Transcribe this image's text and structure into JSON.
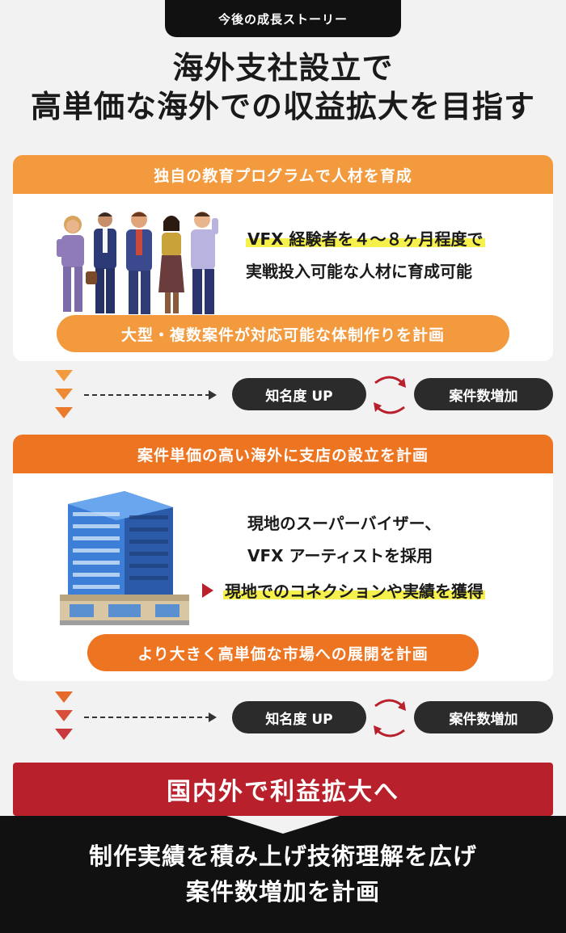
{
  "tag": "今後の成長ストーリー",
  "headline": {
    "line1": "海外支社設立で",
    "line2": "高単価な海外での収益拡大を目指す"
  },
  "section1": {
    "header": "独自の教育プログラムで人材を育成",
    "desc_line1": "VFX 経験者を４〜８ヶ月程度で",
    "desc_line2": "実戦投入可能な人材に育成可能",
    "pill": "大型・複数案件が対応可能な体制作りを計画",
    "image": "business-people-illustration"
  },
  "flow": {
    "awareness": "知名度 UP",
    "cases": "案件数増加"
  },
  "section2": {
    "header": "案件単価の高い海外に支店の設立を計画",
    "desc_line1": "現地のスーパーバイザー、",
    "desc_line2": "VFX アーティストを採用",
    "desc_line3": "現地でのコネクションや実績を獲得",
    "pill": "より大きく高単価な市場への展開を計画",
    "image": "office-building-illustration"
  },
  "banner": "国内外で利益拡大へ",
  "footer": {
    "line1": "制作実績を積み上げ技術理解を広げ",
    "line2": "案件数増加を計画"
  },
  "colors": {
    "orange_light": "#f29a3d",
    "orange": "#ed7420",
    "red": "#b8202b",
    "dark": "#111111",
    "highlight": "#f6f04c"
  }
}
